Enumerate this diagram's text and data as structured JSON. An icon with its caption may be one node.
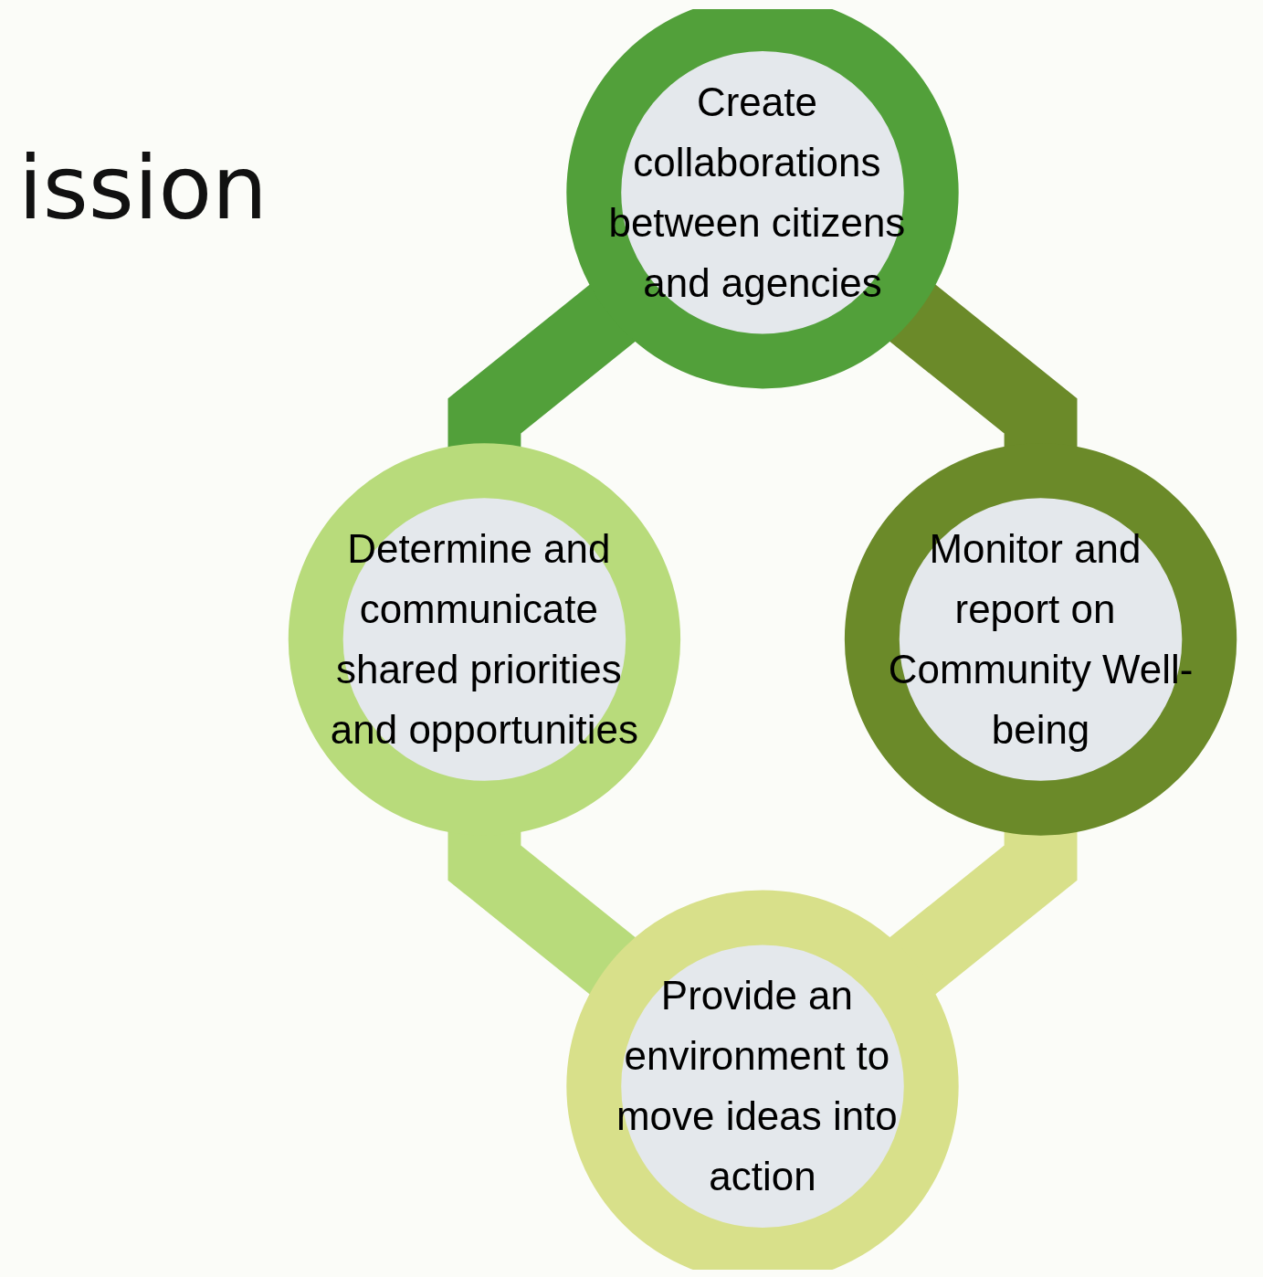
{
  "diagram": {
    "title": "ission",
    "nodes": [
      {
        "text": [
          "Create collaborations between citizens and agencies"
        ]
      },
      {
        "text": [
          "Monitor and report on Community Well-being"
        ]
      },
      {
        "text": [
          "Determine and communicate shared priorities and opportunities"
        ]
      },
      {
        "text": [
          "Provide an environment to move ideas into action"
        ]
      }
    ],
    "edges": [
      {
        "from": 0,
        "to": 1,
        "arrow": "none",
        "color": "#6b8a29"
      },
      {
        "from": 0,
        "to": 2,
        "arrow": "none",
        "color": "#52a03a"
      },
      {
        "from": 2,
        "to": 3,
        "arrow": "none",
        "color": "#b8db7b"
      },
      {
        "from": 1,
        "to": 3,
        "arrow": "none",
        "color": "#d8e08a"
      }
    ]
  }
}
